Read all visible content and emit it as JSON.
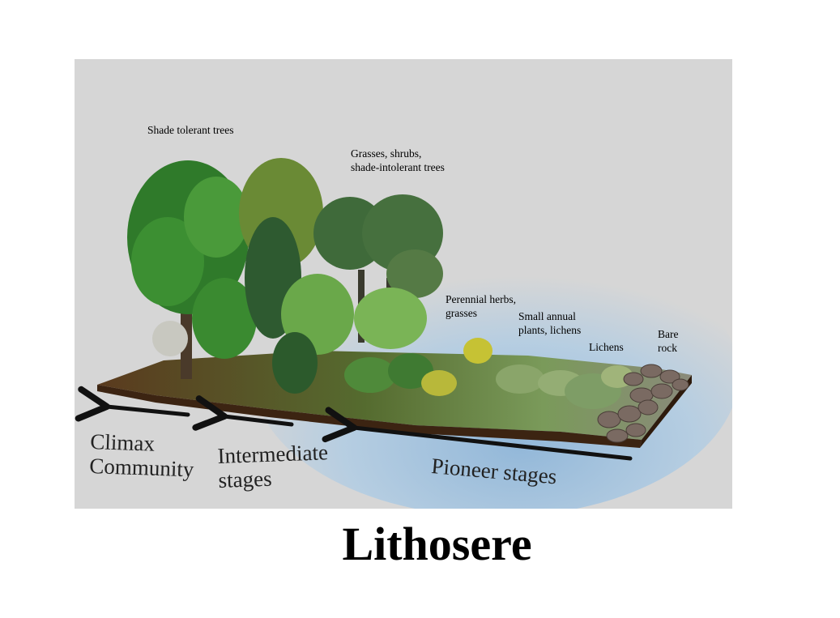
{
  "title": "Lithosere",
  "vegetation_labels": {
    "shade_tolerant": "Shade tolerant trees",
    "grasses_shrubs": "Grasses, shrubs,\nshade-intolerant  trees",
    "perennial": "Perennial herbs,\ngrasses",
    "small_annual": "Small annual\nplants, lichens",
    "lichens": "Lichens",
    "bare_rock": "Bare\nrock"
  },
  "stage_labels": {
    "climax": "Climax\nCommunity",
    "intermediate": "Intermediate\nstages",
    "pioneer": "Pioneer stages"
  },
  "colors": {
    "panel_background": "#d6d6d6",
    "sky_blue": "#a9c7e0",
    "soil": "#4a2c17",
    "arrow": "#111111"
  }
}
